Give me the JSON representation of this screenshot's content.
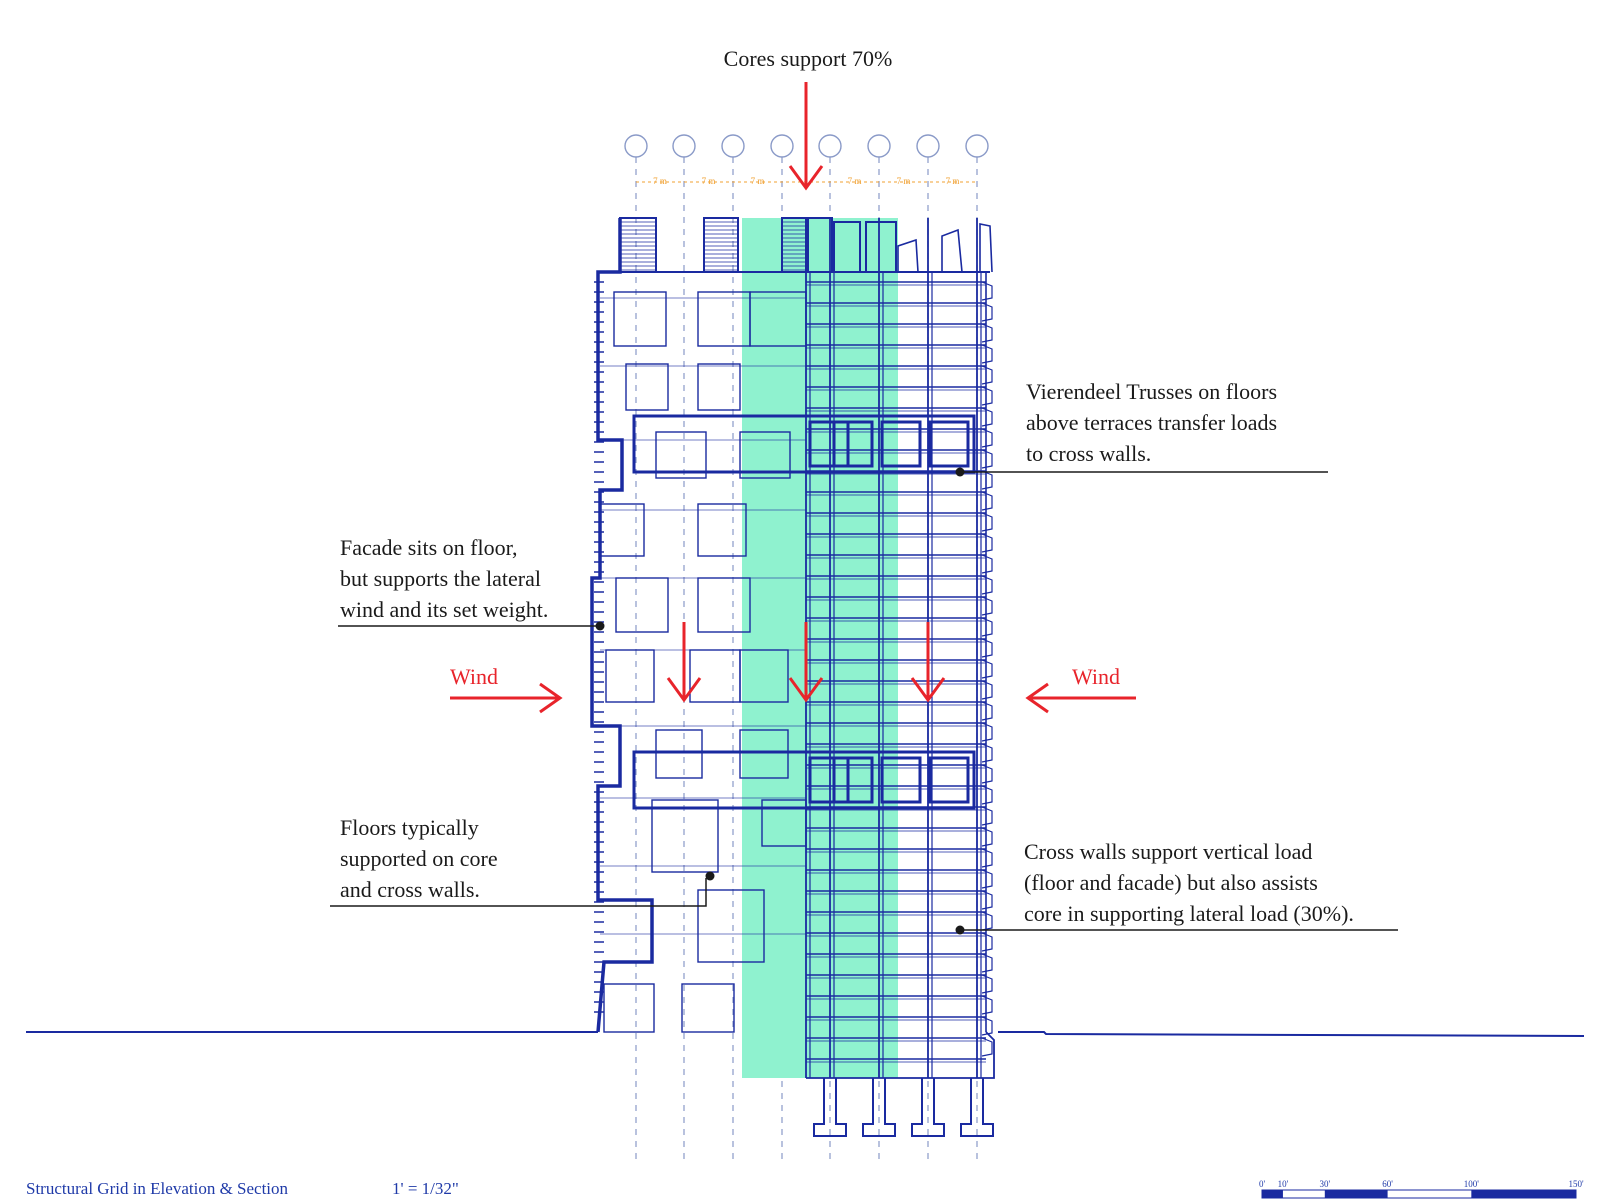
{
  "colors": {
    "structure": "#1a2aa0",
    "core_fill": "#8ff2cf",
    "load_arrow": "#e8242b",
    "grid_line": "#8a9ac8",
    "dimension": "#f0a030",
    "text": "#1a1a1a"
  },
  "title_note": "Cores support 70%",
  "grid": {
    "spacing_label": "7 m"
  },
  "annotations": {
    "vierendeel": [
      "Vierendeel Trusses on floors",
      "above terraces transfer loads",
      "to cross walls."
    ],
    "facade": [
      "Facade sits on floor,",
      "but supports the lateral",
      "wind and its set weight."
    ],
    "floors": [
      "Floors typically",
      "supported on core",
      "and cross walls."
    ],
    "crosswalls": [
      "Cross walls support vertical load",
      "(floor and facade) but also assists",
      "core in supporting lateral load (30%)."
    ]
  },
  "wind": {
    "left_label": "Wind",
    "right_label": "Wind"
  },
  "footer": {
    "caption": "Structural Grid in Elevation & Section",
    "scale": "1' = 1/32\""
  },
  "scale_bar": {
    "ticks": [
      "0'",
      "10'",
      "30'",
      "60'",
      "100'",
      "150'"
    ]
  }
}
